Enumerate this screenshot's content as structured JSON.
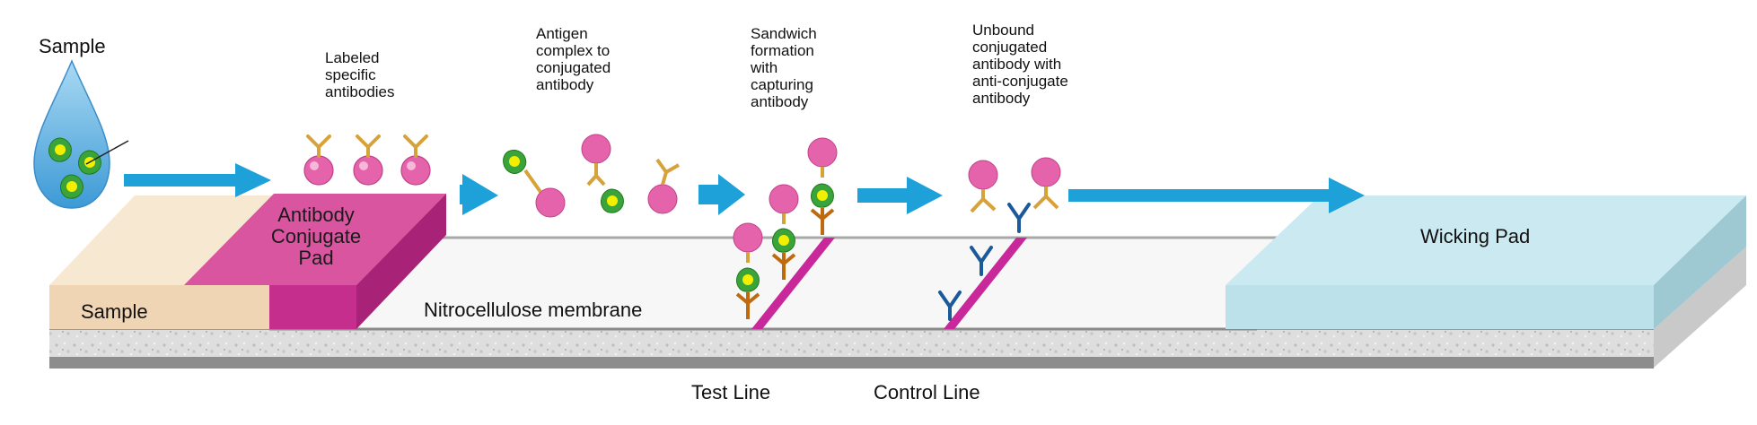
{
  "labels": {
    "sample_title": "Sample",
    "step_labeled": "Labeled\nspecific\nantibodies",
    "step_antigen": "Antigen\ncomplex to\nconjugated\nantibody",
    "step_sandwich": "Sandwich\nformation\nwith\ncapturing\nantibody",
    "step_unbound": "Unbound\nconjugated\nantibody with\nanti-conjugate\nantibody",
    "conjugate_pad": "Antibody\nConjugate\nPad",
    "sample_pad": "Sample",
    "membrane": "Nitrocellulose membrane",
    "wicking_pad": "Wicking Pad",
    "test_line": "Test Line",
    "control_line": "Control Line"
  },
  "colors": {
    "flow_arrow": "#1ea0d8",
    "antibody_bead": "#e060a8",
    "antibody_arm": "#d8a438",
    "antigen": "#3aa83a",
    "antigen_core": "#f0f000",
    "capture_antibody": "#1a5a9a",
    "test_line": "#c8289a",
    "conjugate_pad": "#d24f9c",
    "sample_pad": "#f3dcbc",
    "wicking_pad": "#c4e6ee",
    "membrane": "#f6f6f6",
    "backing": "#cfcfcf",
    "droplet": "#7cc4e8"
  }
}
